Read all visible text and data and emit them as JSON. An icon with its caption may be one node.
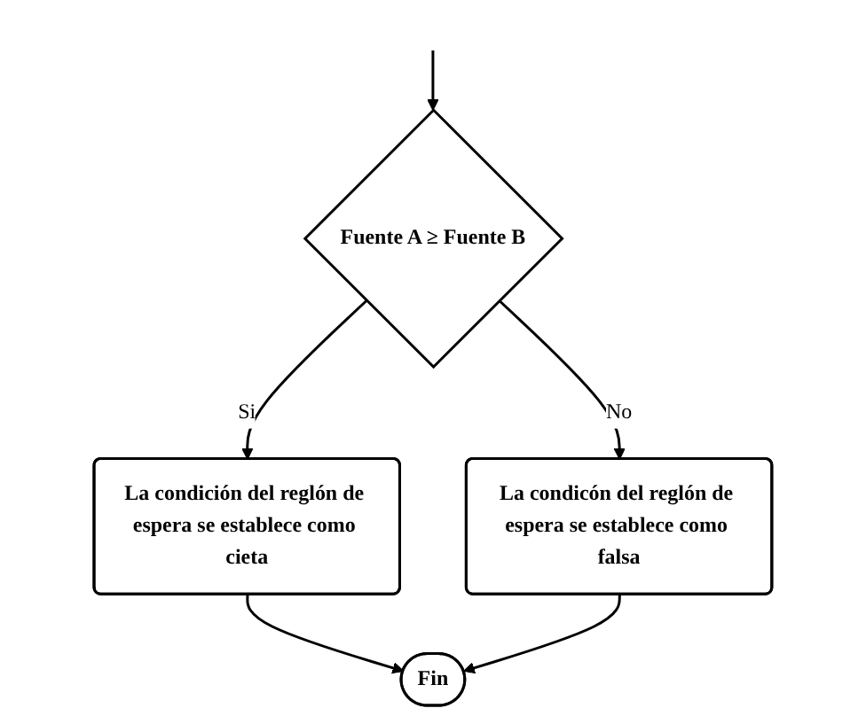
{
  "diagram": {
    "nodes": [
      {
        "text": [
          "Fuente A ≥ Fuente B"
        ]
      },
      {
        "text": [
          "La condición del reglón de espera se establece como cieta"
        ]
      },
      {
        "text": [
          "La condicón del reglón de espera se establece como falsa"
        ]
      },
      {
        "text": [
          "Fin"
        ]
      }
    ],
    "edges": [
      {
        "from": null,
        "to": 0,
        "arrow": "to"
      },
      {
        "from": 0,
        "to": 1,
        "label": "Si",
        "arrow": "to"
      },
      {
        "from": 0,
        "to": 2,
        "label": "No",
        "arrow": "to"
      },
      {
        "from": 1,
        "to": 3,
        "arrow": "to"
      },
      {
        "from": 2,
        "to": 3,
        "arrow": "to"
      }
    ]
  }
}
